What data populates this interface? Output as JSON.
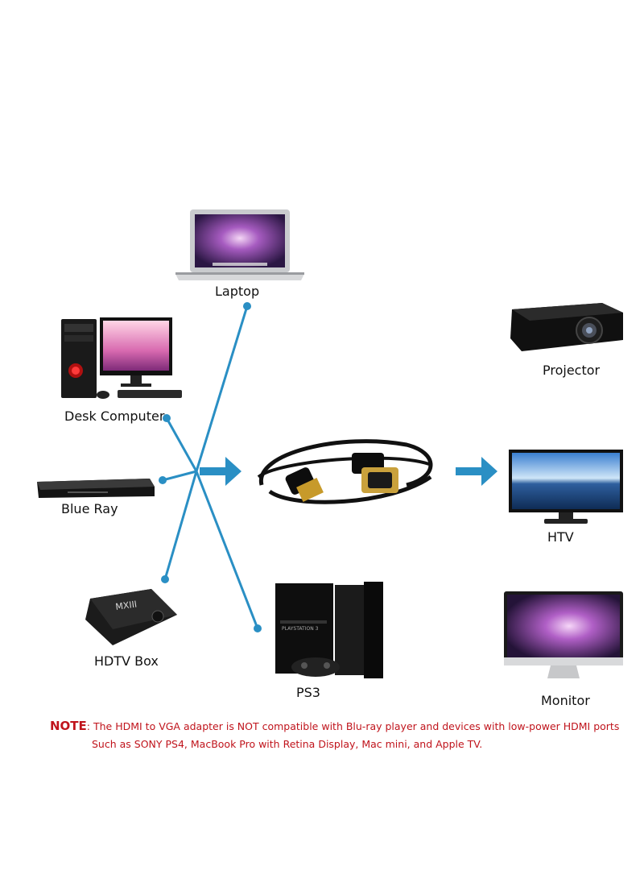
{
  "devices": {
    "laptop": "Laptop",
    "desk_computer": "Desk Computer",
    "blue_ray": "Blue Ray",
    "hdtv_box": "HDTV Box",
    "ps3": "PS3",
    "projector": "Projector",
    "htv": "HTV",
    "monitor": "Monitor"
  },
  "note": {
    "label": "NOTE",
    "line1": ": The HDMI to VGA adapter is NOT compatible with Blu-ray player and devices with low-power HDMI ports",
    "line2": "Such as SONY PS4, MacBook Pro with Retina Display, Mac mini, and Apple TV."
  },
  "colors": {
    "connector": "#2a8fc4",
    "note_text": "#c0141c"
  }
}
